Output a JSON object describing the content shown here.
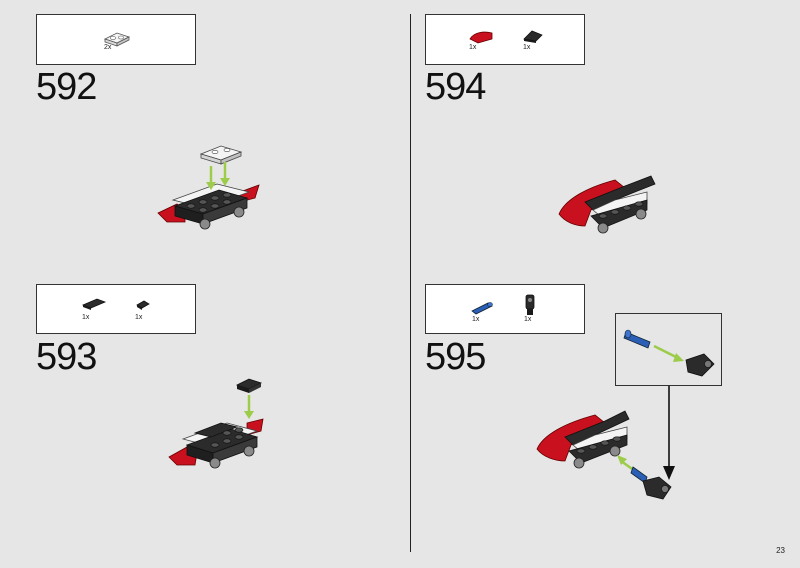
{
  "page": {
    "number": "23"
  },
  "steps": [
    {
      "number": "592",
      "parts": [
        {
          "qty": "2x",
          "part": "white-plate-1x2-icon"
        }
      ]
    },
    {
      "number": "593",
      "parts": [
        {
          "qty": "1x",
          "part": "black-tile-1x2-icon"
        },
        {
          "qty": "1x",
          "part": "black-tile-1x1-icon"
        }
      ]
    },
    {
      "number": "594",
      "parts": [
        {
          "qty": "1x",
          "part": "red-curved-slope-icon"
        },
        {
          "qty": "1x",
          "part": "black-slope-icon"
        }
      ]
    },
    {
      "number": "595",
      "parts": [
        {
          "qty": "1x",
          "part": "blue-axle-pin-icon"
        },
        {
          "qty": "1x",
          "part": "black-pin-connector-icon"
        }
      ]
    }
  ],
  "colors": {
    "background": "#e6e6e6",
    "red": "#c8101e",
    "black": "#2b2b2b",
    "gray": "#8a8a8a",
    "white": "#f4f4f4",
    "arrow_green": "#9ccc4a",
    "blue": "#2a5fb5"
  }
}
